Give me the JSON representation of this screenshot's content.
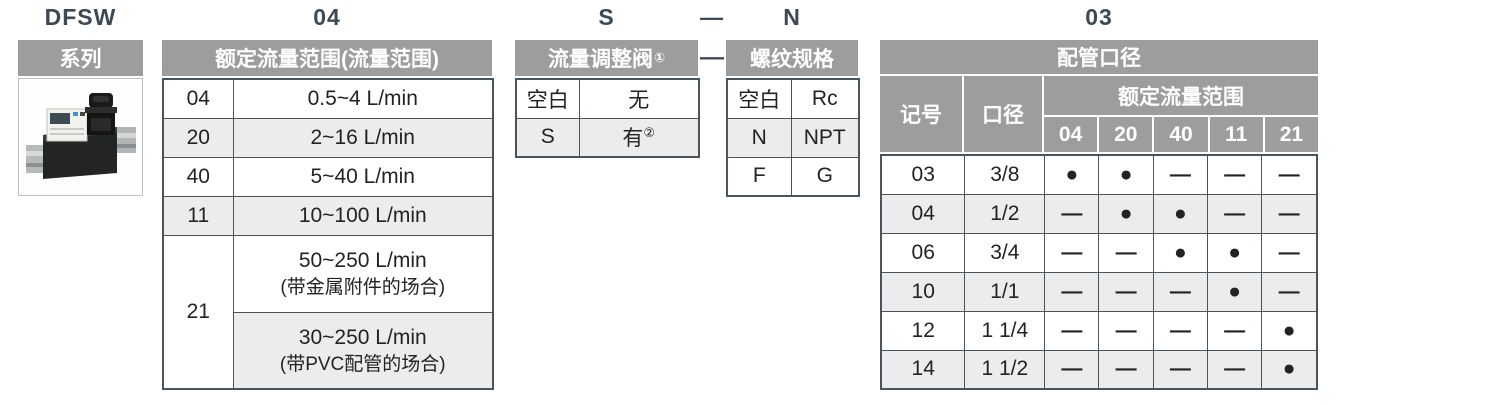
{
  "colors": {
    "header_gray": "#9d9d9d",
    "row_alt_gray": "#ececec",
    "border_dark": "#4a545d",
    "code_text": "#3d4953",
    "mark_color": "#47525c"
  },
  "model_code": {
    "series": "DFSW",
    "flow_code": "04",
    "valve_code": "S",
    "separator": "—",
    "thread_code": "N",
    "port_code": "03"
  },
  "series_box": {
    "header": "系列",
    "image_alt": "digital-flow-switch-product-photo"
  },
  "flow_table": {
    "header": "额定流量范围(流量范围)",
    "rows": [
      {
        "code": "04",
        "range": "0.5~4 L/min"
      },
      {
        "code": "20",
        "range": "2~16 L/min"
      },
      {
        "code": "40",
        "range": "5~40 L/min"
      },
      {
        "code": "11",
        "range": "10~100 L/min"
      }
    ],
    "row21": {
      "code": "21",
      "option1_range": "50~250 L/min",
      "option1_note": "(带金属附件的场合)",
      "option2_range": "30~250 L/min",
      "option2_note": "(带PVC配管的场合)"
    }
  },
  "valve_table": {
    "header": "流量调整阀",
    "header_sup": "①",
    "rows": [
      {
        "code": "空白",
        "value": "无",
        "sup": ""
      },
      {
        "code": "S",
        "value": "有",
        "sup": "②"
      }
    ]
  },
  "thread_table": {
    "header": "螺纹规格",
    "rows": [
      {
        "code": "空白",
        "value": "Rc"
      },
      {
        "code": "N",
        "value": "NPT"
      },
      {
        "code": "F",
        "value": "G"
      }
    ]
  },
  "port_table": {
    "title": "配管口径",
    "col_symbol": "记号",
    "col_size": "口径",
    "col_group": "额定流量范围",
    "flow_codes": [
      "04",
      "20",
      "40",
      "11",
      "21"
    ],
    "mark_glyphs": {
      "dot": "●",
      "dash": "—"
    },
    "rows": [
      {
        "symbol": "03",
        "size": "3/8",
        "marks": [
          "dot",
          "dot",
          "dash",
          "dash",
          "dash"
        ]
      },
      {
        "symbol": "04",
        "size": "1/2",
        "marks": [
          "dash",
          "dot",
          "dot",
          "dash",
          "dash"
        ]
      },
      {
        "symbol": "06",
        "size": "3/4",
        "marks": [
          "dash",
          "dash",
          "dot",
          "dot",
          "dash"
        ]
      },
      {
        "symbol": "10",
        "size": "1/1",
        "marks": [
          "dash",
          "dash",
          "dash",
          "dot",
          "dash"
        ]
      },
      {
        "symbol": "12",
        "size": "1 1/4",
        "marks": [
          "dash",
          "dash",
          "dash",
          "dash",
          "dot"
        ]
      },
      {
        "symbol": "14",
        "size": "1 1/2",
        "marks": [
          "dash",
          "dash",
          "dash",
          "dash",
          "dot"
        ]
      }
    ]
  }
}
